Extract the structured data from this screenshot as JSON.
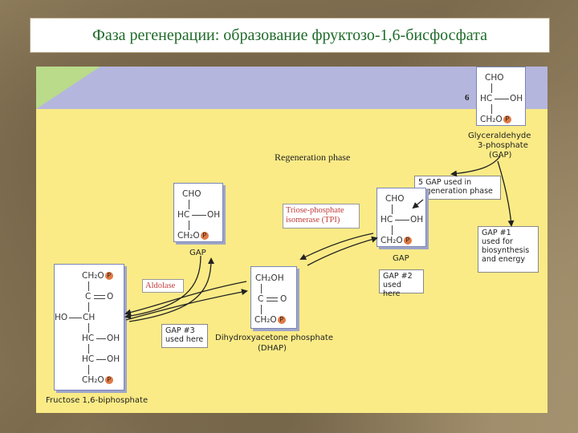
{
  "title": "Фаза регенерации: образование фруктозо-1,6-бисфосфата",
  "colors": {
    "panel": "#fbeb86",
    "band": "#b5b6de",
    "band_corner": "#b9db8a",
    "title_text": "#1f6b2a",
    "enzyme_text": "#c23b3b",
    "phosphate": "#e07a45"
  },
  "phosphate_symbol": "P",
  "top_gap": {
    "count": "6",
    "line1": "CHO",
    "line2_left": "HC",
    "line2_right": "OH",
    "line3": "CH₂O",
    "caption_1": "Glyceraldehyde",
    "caption_2": "3-phosphate",
    "caption_3": "(GAP)"
  },
  "phase_label": "Regeneration phase",
  "note_5gap": {
    "line1": "5 GAP used in",
    "line2": "regeneration phase"
  },
  "note_gap1": {
    "line1": "GAP #1",
    "line2": "used for",
    "line3": "biosynthesis",
    "line4": "and energy"
  },
  "gap2": {
    "line1": "CHO",
    "line2_left": "HC",
    "line2_right": "OH",
    "line3": "CH₂O",
    "caption": "GAP",
    "note_line1": "GAP #2",
    "note_line2": "used here"
  },
  "gap3": {
    "line1": "CHO",
    "line2_left": "HC",
    "line2_right": "OH",
    "line3": "CH₂O",
    "caption": "GAP",
    "note_line1": "GAP #3",
    "note_line2": "used here"
  },
  "tpi": {
    "line1": "Triose-phosphate",
    "line2": "isomerase (TPI)"
  },
  "aldolase": "Aldolase",
  "dhap": {
    "line1": "CH₂OH",
    "line2_left": "C",
    "line2_right": "O",
    "line3": "CH₂O",
    "caption_1": "Dihydroxyacetone phosphate",
    "caption_2": "(DHAP)"
  },
  "fbp": {
    "r1": "CH₂O",
    "r2_left": "C",
    "r2_right": "O",
    "r3_left": "HO",
    "r3_right": "CH",
    "r4_left": "HC",
    "r4_right": "OH",
    "r5_left": "HC",
    "r5_right": "OH",
    "r6": "CH₂O",
    "caption": "Fructose 1,6-biphosphate"
  }
}
